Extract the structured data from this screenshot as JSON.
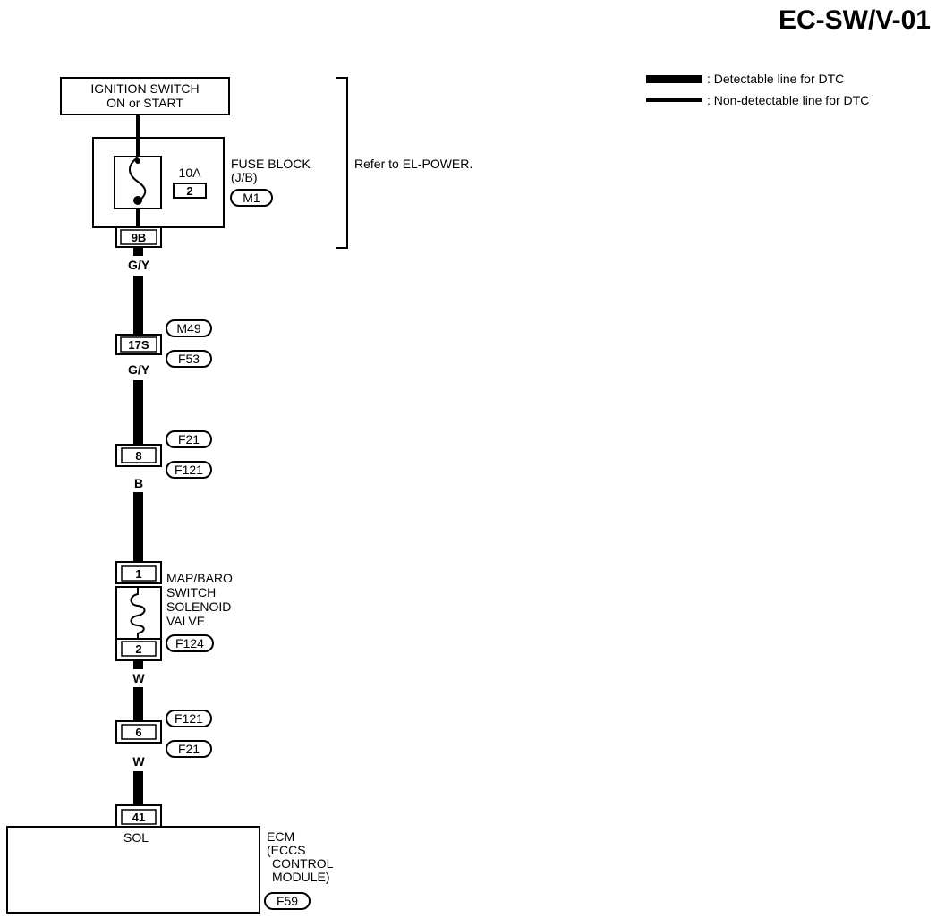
{
  "page_code": "EC-SW/V-01",
  "legend": {
    "detectable": ": Detectable line for DTC",
    "non_detectable": ": Non-detectable line for DTC"
  },
  "ignition_switch": {
    "line1": "IGNITION SWITCH",
    "line2": "ON or START"
  },
  "fuse_block": {
    "label1": "FUSE BLOCK",
    "label2": "(J/B)",
    "amperage": "10A",
    "fuse_no": "2",
    "connector": "M1",
    "pin": "9B"
  },
  "refer_text": "Refer to EL-POWER.",
  "wire_colors": {
    "w1": "G/Y",
    "w2": "G/Y",
    "w3": "B",
    "w4": "W",
    "w5": "W"
  },
  "joint1": {
    "pin": "17S",
    "top": "M49",
    "bottom": "F53"
  },
  "joint2": {
    "pin": "8",
    "top": "F21",
    "bottom": "F121"
  },
  "solenoid": {
    "pin_top": "1",
    "pin_bottom": "2",
    "line1": "MAP/BARO",
    "line2": "SWITCH",
    "line3": "SOLENOID",
    "line4": "VALVE",
    "connector": "F124"
  },
  "joint3": {
    "pin": "6",
    "top": "F121",
    "bottom": "F21"
  },
  "ecm": {
    "pin": "41",
    "terminal": "SOL",
    "line1": "ECM",
    "line2": "(ECCS",
    "line3": "CONTROL",
    "line4": "MODULE)",
    "connector": "F59"
  }
}
